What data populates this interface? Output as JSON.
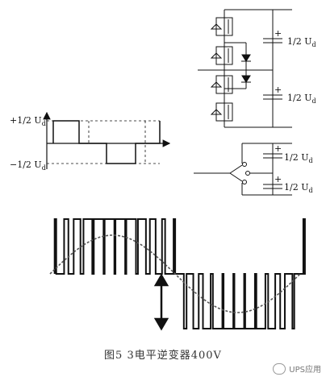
{
  "labels": {
    "cap_label": "1/2 U",
    "cap_sub": "d",
    "wave_plus": "+1/2 U",
    "wave_minus": "−1/2 U",
    "wave_sub": "d"
  },
  "caption": "图5    3电平逆变器400V",
  "watermark": "UPS应用"
}
